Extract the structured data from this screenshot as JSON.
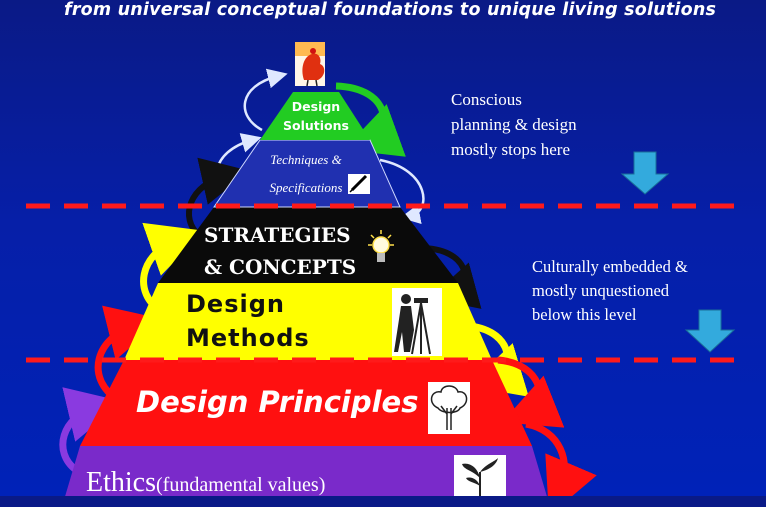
{
  "subtitle": "from  universal conceptual foundations to unique living solutions",
  "notes": {
    "conscious": [
      "Conscious",
      "planning & design",
      "mostly stops here"
    ],
    "cultural": [
      "Culturally embedded &",
      "mostly unquestioned",
      "below this level"
    ]
  },
  "pyramid": {
    "solutions": [
      "Design",
      "Solutions"
    ],
    "techniques": [
      "Techniques &",
      "Specifications"
    ],
    "strategies": [
      "STRATEGIES",
      "& CONCEPTS"
    ],
    "methods": [
      "Design",
      "Methods"
    ],
    "principles": "Design Principles",
    "ethics_main": "Ethics",
    "ethics_sub": "(fundamental values)"
  },
  "colors": {
    "background": "#0621a6",
    "solutions_layer": "#22cc22",
    "techniques_layer": "#2030b0",
    "strategies_layer": "#0a0a0a",
    "methods_layer": "#ffff00",
    "principles_layer": "#ff1010",
    "ethics_layer": "#7a2aca",
    "divider": "#ff1a1a",
    "down_arrow": "#33aadd"
  },
  "icons": [
    "rooster-icon",
    "pen-icon",
    "lightbulb-icon",
    "surveyor-icon",
    "tree-icon",
    "sapling-icon"
  ]
}
